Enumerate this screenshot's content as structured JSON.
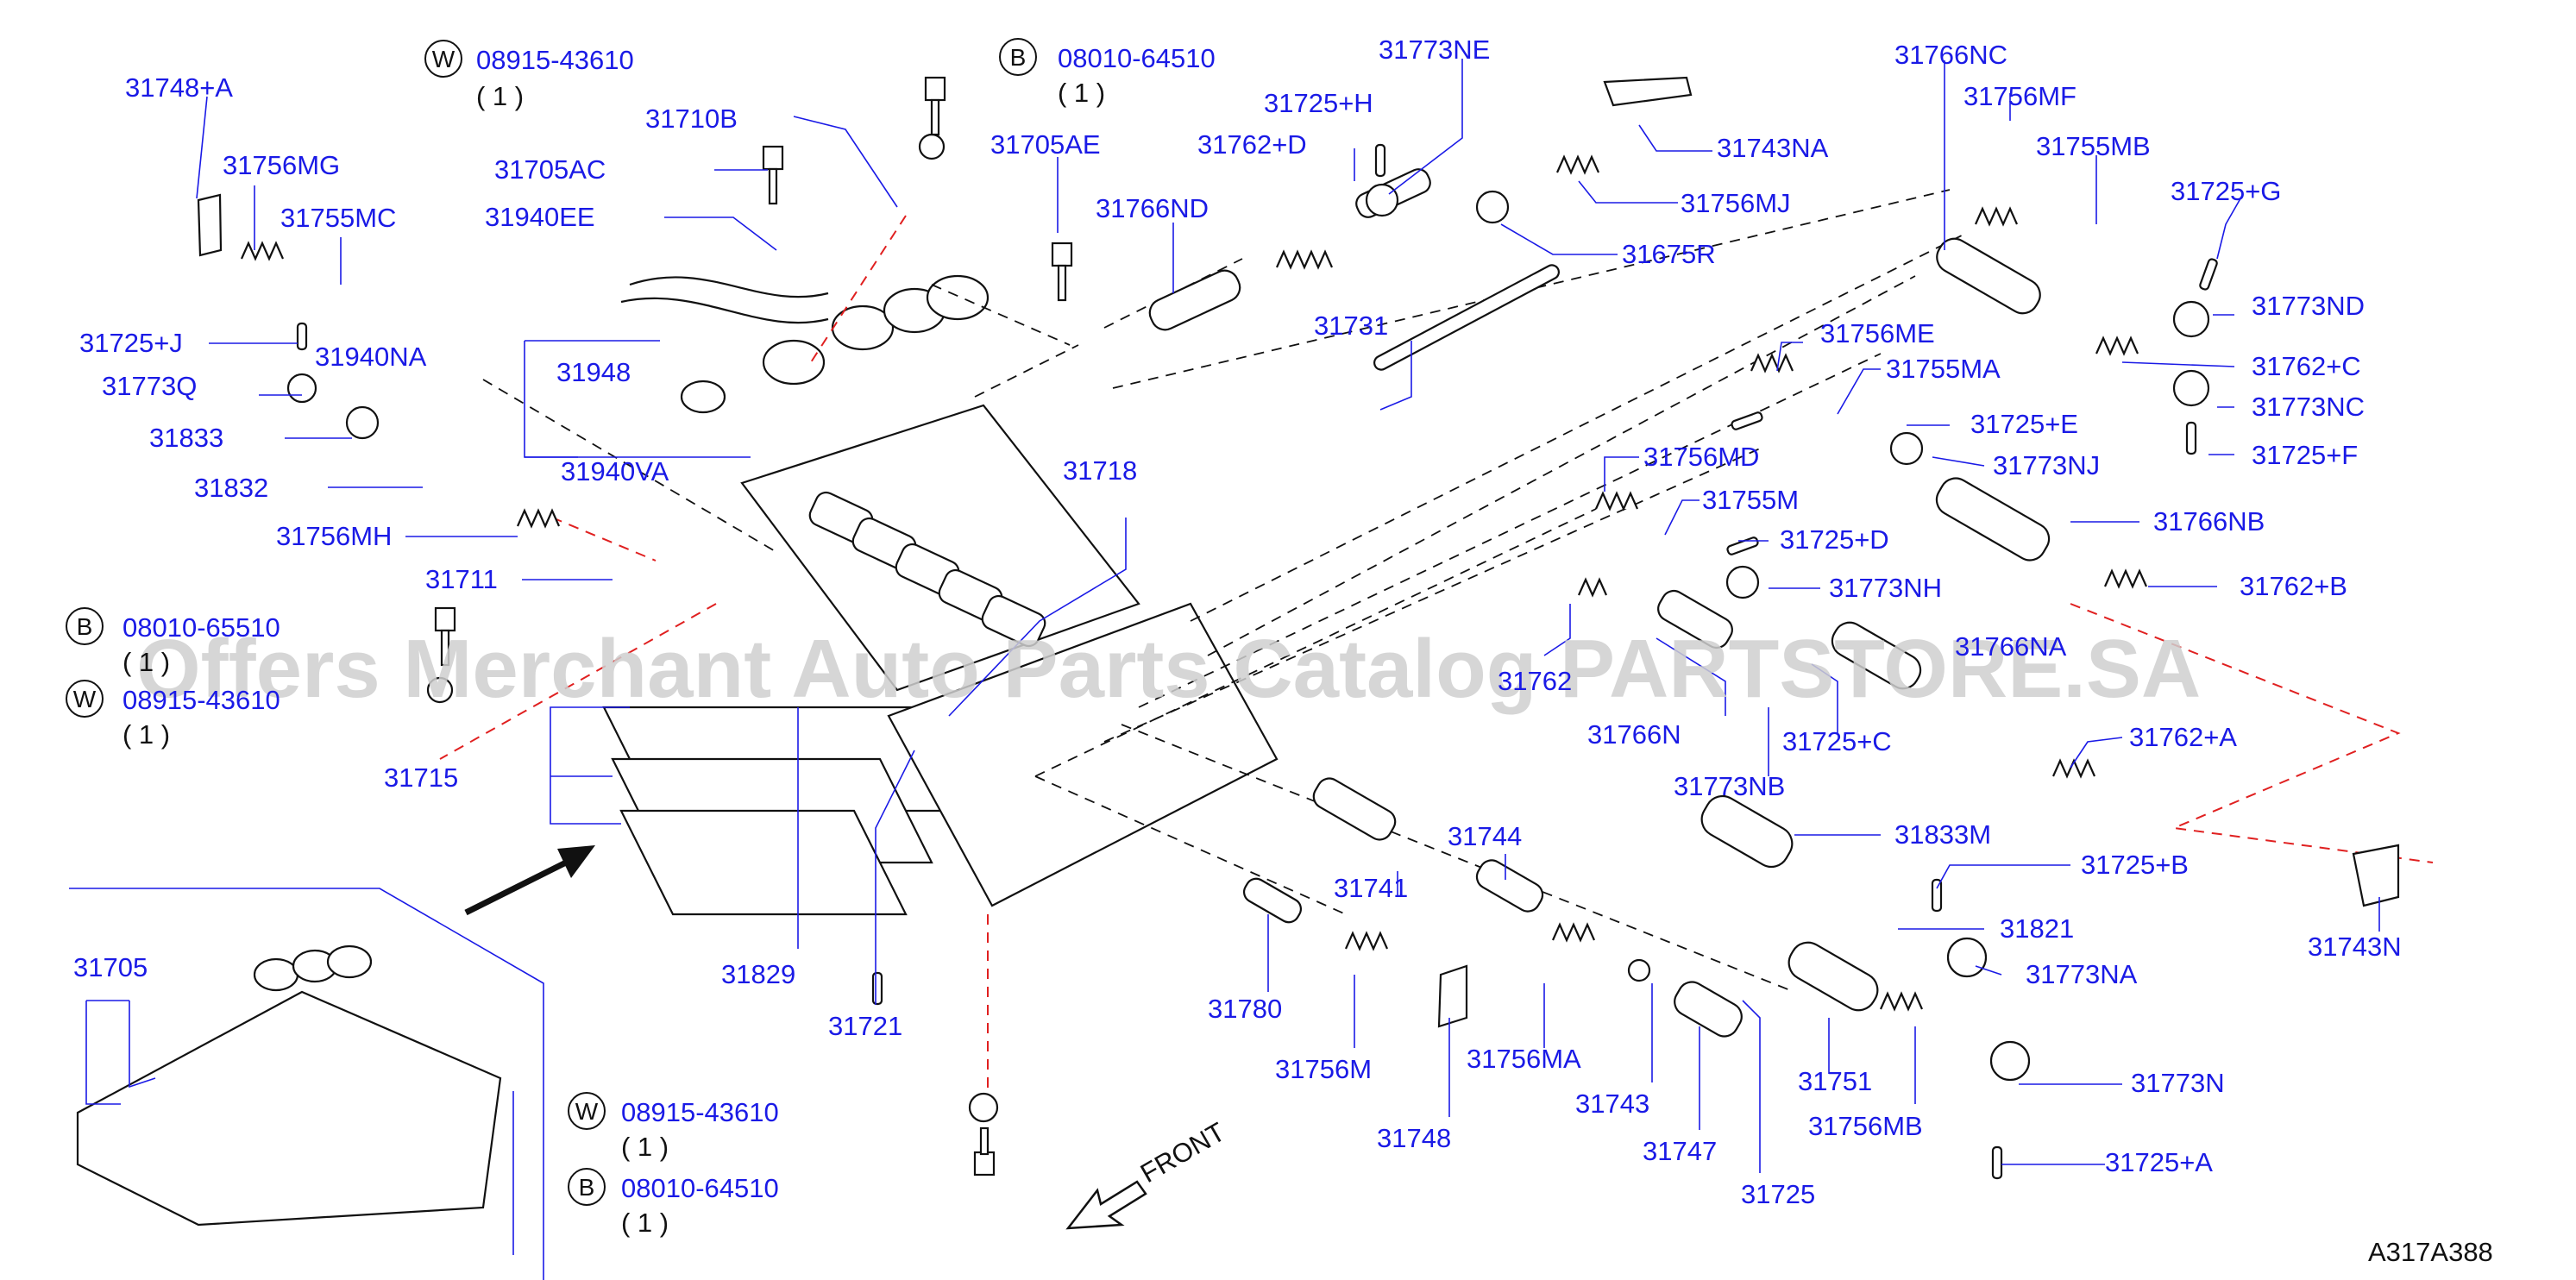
{
  "watermark": "Offers Merchant Auto Parts Catalog PARTSTORE.SA",
  "diagram_code": "A317A388",
  "front_label": "FRONT",
  "callouts": [
    {
      "id": "31748a",
      "text": "31748+A"
    },
    {
      "id": "31756mg",
      "text": "31756MG"
    },
    {
      "id": "31755mc",
      "text": "31755MC"
    },
    {
      "id": "31725j",
      "text": "31725+J"
    },
    {
      "id": "31940na",
      "text": "31940NA"
    },
    {
      "id": "31773q",
      "text": "31773Q"
    },
    {
      "id": "31833",
      "text": "31833"
    },
    {
      "id": "31832",
      "text": "31832"
    },
    {
      "id": "31756mh",
      "text": "31756MH"
    },
    {
      "id": "31711",
      "text": "31711"
    },
    {
      "id": "31715",
      "text": "31715"
    },
    {
      "id": "31705",
      "text": "31705"
    },
    {
      "id": "31710b",
      "text": "31710B"
    },
    {
      "id": "31705ac",
      "text": "31705AC"
    },
    {
      "id": "31940ee",
      "text": "31940EE"
    },
    {
      "id": "31948",
      "text": "31948"
    },
    {
      "id": "31940va",
      "text": "31940VA"
    },
    {
      "id": "31705ae",
      "text": "31705AE"
    },
    {
      "id": "31766nd",
      "text": "31766ND"
    },
    {
      "id": "31762d",
      "text": "31762+D"
    },
    {
      "id": "31725h",
      "text": "31725+H"
    },
    {
      "id": "31773ne",
      "text": "31773NE"
    },
    {
      "id": "31731",
      "text": "31731"
    },
    {
      "id": "31718",
      "text": "31718"
    },
    {
      "id": "31743na",
      "text": "31743NA"
    },
    {
      "id": "31756mj",
      "text": "31756MJ"
    },
    {
      "id": "31675r",
      "text": "31675R"
    },
    {
      "id": "31766nc",
      "text": "31766NC"
    },
    {
      "id": "31756mf",
      "text": "31756MF"
    },
    {
      "id": "31755mb",
      "text": "31755MB"
    },
    {
      "id": "31725g",
      "text": "31725+G"
    },
    {
      "id": "31773nd",
      "text": "31773ND"
    },
    {
      "id": "31762c",
      "text": "31762+C"
    },
    {
      "id": "31773nc",
      "text": "31773NC"
    },
    {
      "id": "31725f",
      "text": "31725+F"
    },
    {
      "id": "31756me",
      "text": "31756ME"
    },
    {
      "id": "31755ma",
      "text": "31755MA"
    },
    {
      "id": "31725e",
      "text": "31725+E"
    },
    {
      "id": "31773nj",
      "text": "31773NJ"
    },
    {
      "id": "31766nb",
      "text": "31766NB"
    },
    {
      "id": "31762b",
      "text": "31762+B"
    },
    {
      "id": "31756md",
      "text": "31756MD"
    },
    {
      "id": "31755m",
      "text": "31755M"
    },
    {
      "id": "31725d",
      "text": "31725+D"
    },
    {
      "id": "31773nh",
      "text": "31773NH"
    },
    {
      "id": "31766na",
      "text": "31766NA"
    },
    {
      "id": "31762",
      "text": "31762"
    },
    {
      "id": "31766n",
      "text": "31766N"
    },
    {
      "id": "31725c",
      "text": "31725+C"
    },
    {
      "id": "31773nb",
      "text": "31773NB"
    },
    {
      "id": "31762a",
      "text": "31762+A"
    },
    {
      "id": "31833m",
      "text": "31833M"
    },
    {
      "id": "31725b",
      "text": "31725+B"
    },
    {
      "id": "31821",
      "text": "31821"
    },
    {
      "id": "31773na",
      "text": "31773NA"
    },
    {
      "id": "31743n",
      "text": "31743N"
    },
    {
      "id": "31773n",
      "text": "31773N"
    },
    {
      "id": "31725a",
      "text": "31725+A"
    },
    {
      "id": "31744",
      "text": "31744"
    },
    {
      "id": "31741",
      "text": "31741"
    },
    {
      "id": "31780",
      "text": "31780"
    },
    {
      "id": "31756m",
      "text": "31756M"
    },
    {
      "id": "31756ma",
      "text": "31756MA"
    },
    {
      "id": "31748",
      "text": "31748"
    },
    {
      "id": "31743",
      "text": "31743"
    },
    {
      "id": "31747",
      "text": "31747"
    },
    {
      "id": "31725",
      "text": "31725"
    },
    {
      "id": "31751",
      "text": "31751"
    },
    {
      "id": "31756mb",
      "text": "31756MB"
    },
    {
      "id": "31829",
      "text": "31829"
    },
    {
      "id": "31721",
      "text": "31721"
    }
  ],
  "fasteners": [
    {
      "id": "w_top",
      "symbol": "W",
      "code": "08915-43610",
      "qty": "( 1 )"
    },
    {
      "id": "b_top",
      "symbol": "B",
      "code": "08010-64510",
      "qty": "( 1 )"
    },
    {
      "id": "b_left",
      "symbol": "B",
      "code": "08010-65510",
      "qty": "( 1 )"
    },
    {
      "id": "w_left",
      "symbol": "W",
      "code": "08915-43610",
      "qty": "( 1 )"
    },
    {
      "id": "w_bottom",
      "symbol": "W",
      "code": "08915-43610",
      "qty": "( 1 )"
    },
    {
      "id": "b_bottom",
      "symbol": "B",
      "code": "08010-64510",
      "qty": "( 1 )"
    }
  ]
}
